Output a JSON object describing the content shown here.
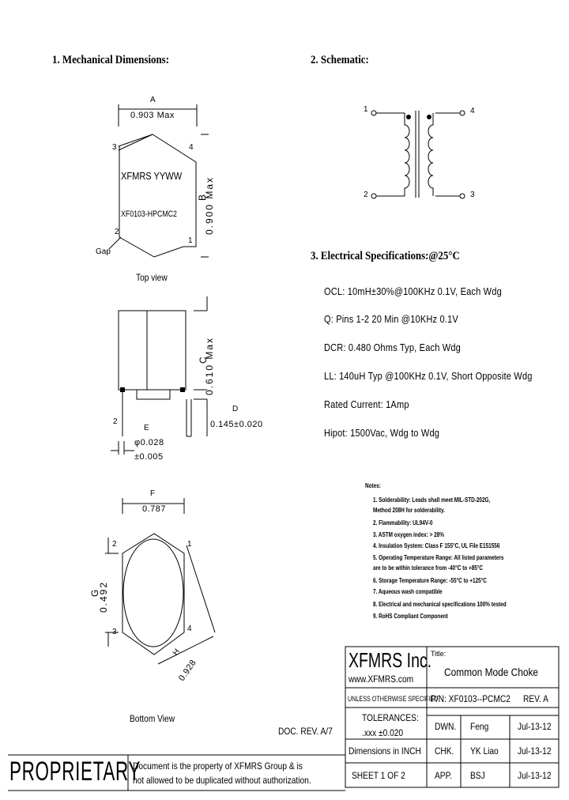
{
  "sections": {
    "mechanical": "1. Mechanical Dimensions:",
    "schematic": "2. Schematic:",
    "electrical": "3. Electrical   Specifications:@25°C"
  },
  "top_view": {
    "dim_a_label": "A",
    "dim_a_value": "0.903  Max",
    "dim_b_label": "B",
    "dim_b_value": "0.900  Max",
    "marking_line1": "XFMRS  YYWW",
    "marking_line2": "XF0103-HPCMC2",
    "pin1": "1",
    "pin2": "2",
    "pin3": "3",
    "pin4": "4",
    "gap_label": "Gap",
    "caption": "Top view"
  },
  "side_view": {
    "dim_c_label": "C",
    "dim_c_value": "0.610  Max",
    "dim_d_label": "D",
    "dim_d_value": "0.145±0.020",
    "dim_e_label": "E",
    "dim_e_value1": "φ0.028",
    "dim_e_value2": "±0.005",
    "pin2": "2"
  },
  "bottom_view": {
    "dim_f_label": "F",
    "dim_f_value": "0.787",
    "dim_g_label": "G",
    "dim_g_value": "0.492",
    "dim_h_label": "H",
    "dim_h_value": "0.928",
    "pin1": "1",
    "pin2": "2",
    "pin3": "3",
    "pin4": "4",
    "caption": "Bottom  View"
  },
  "schematic": {
    "pin1": "1",
    "pin2": "2",
    "pin3": "3",
    "pin4": "4"
  },
  "specs": [
    "OCL: 10mH±30%@100KHz 0.1V, Each Wdg",
    "Q: Pins 1-2 20 Min @10KHz 0.1V",
    "DCR: 0.480 Ohms Typ, Each Wdg",
    "LL: 140uH Typ @100KHz 0.1V, Short Opposite Wdg",
    "Rated Current: 1Amp",
    "Hipot: 1500Vac, Wdg to Wdg"
  ],
  "notes": {
    "title": "Notes:",
    "items": [
      "1. Solderability: Leads shall meet MIL-STD-202G,",
      "    Method 208H for solderability.",
      "2. Flammability: UL94V-0",
      "3. ASTM oxygen index: > 28%",
      "4. Insulation System: Class F 155°C, UL File E151556",
      "5. Operating Temperature Range: All listed parameters",
      "    are to be within tolerance from -40°C to +85°C",
      "6. Storage Temperature Range: -55°C to +125°C",
      "7. Aqueous wash compatible",
      "8. Electrical and mechanical specifications 100% tested",
      "9. RoHS Compliant Component"
    ]
  },
  "doc_rev": "DOC. REV. A/7",
  "title_block": {
    "company": "XFMRS Inc.",
    "website": "www.XFMRS.com",
    "title_label": "Title:",
    "title": "Common  Mode  Choke",
    "unless": "UNLESS OTHERWISE SPECIFIED",
    "pn": "P/N: XF0103--PCMC2",
    "rev": "REV. A",
    "tolerances": "TOLERANCES:",
    "tol_value": ".xxx ±0.020",
    "dimensions": "Dimensions in INCH",
    "sheet": "SHEET  1  OF  2",
    "dwn": "DWN.",
    "chk": "CHK.",
    "app": "APP.",
    "dwn_name": "Feng",
    "chk_name": "YK Liao",
    "app_name": "BSJ",
    "dwn_date": "Jul-13-12",
    "chk_date": "Jul-13-12",
    "app_date": "Jul-13-12"
  },
  "proprietary": {
    "label": "PROPRIETARY",
    "line1": "Document is the property of XFMRS Group & is",
    "line2": "not allowed to be duplicated without authorization."
  }
}
